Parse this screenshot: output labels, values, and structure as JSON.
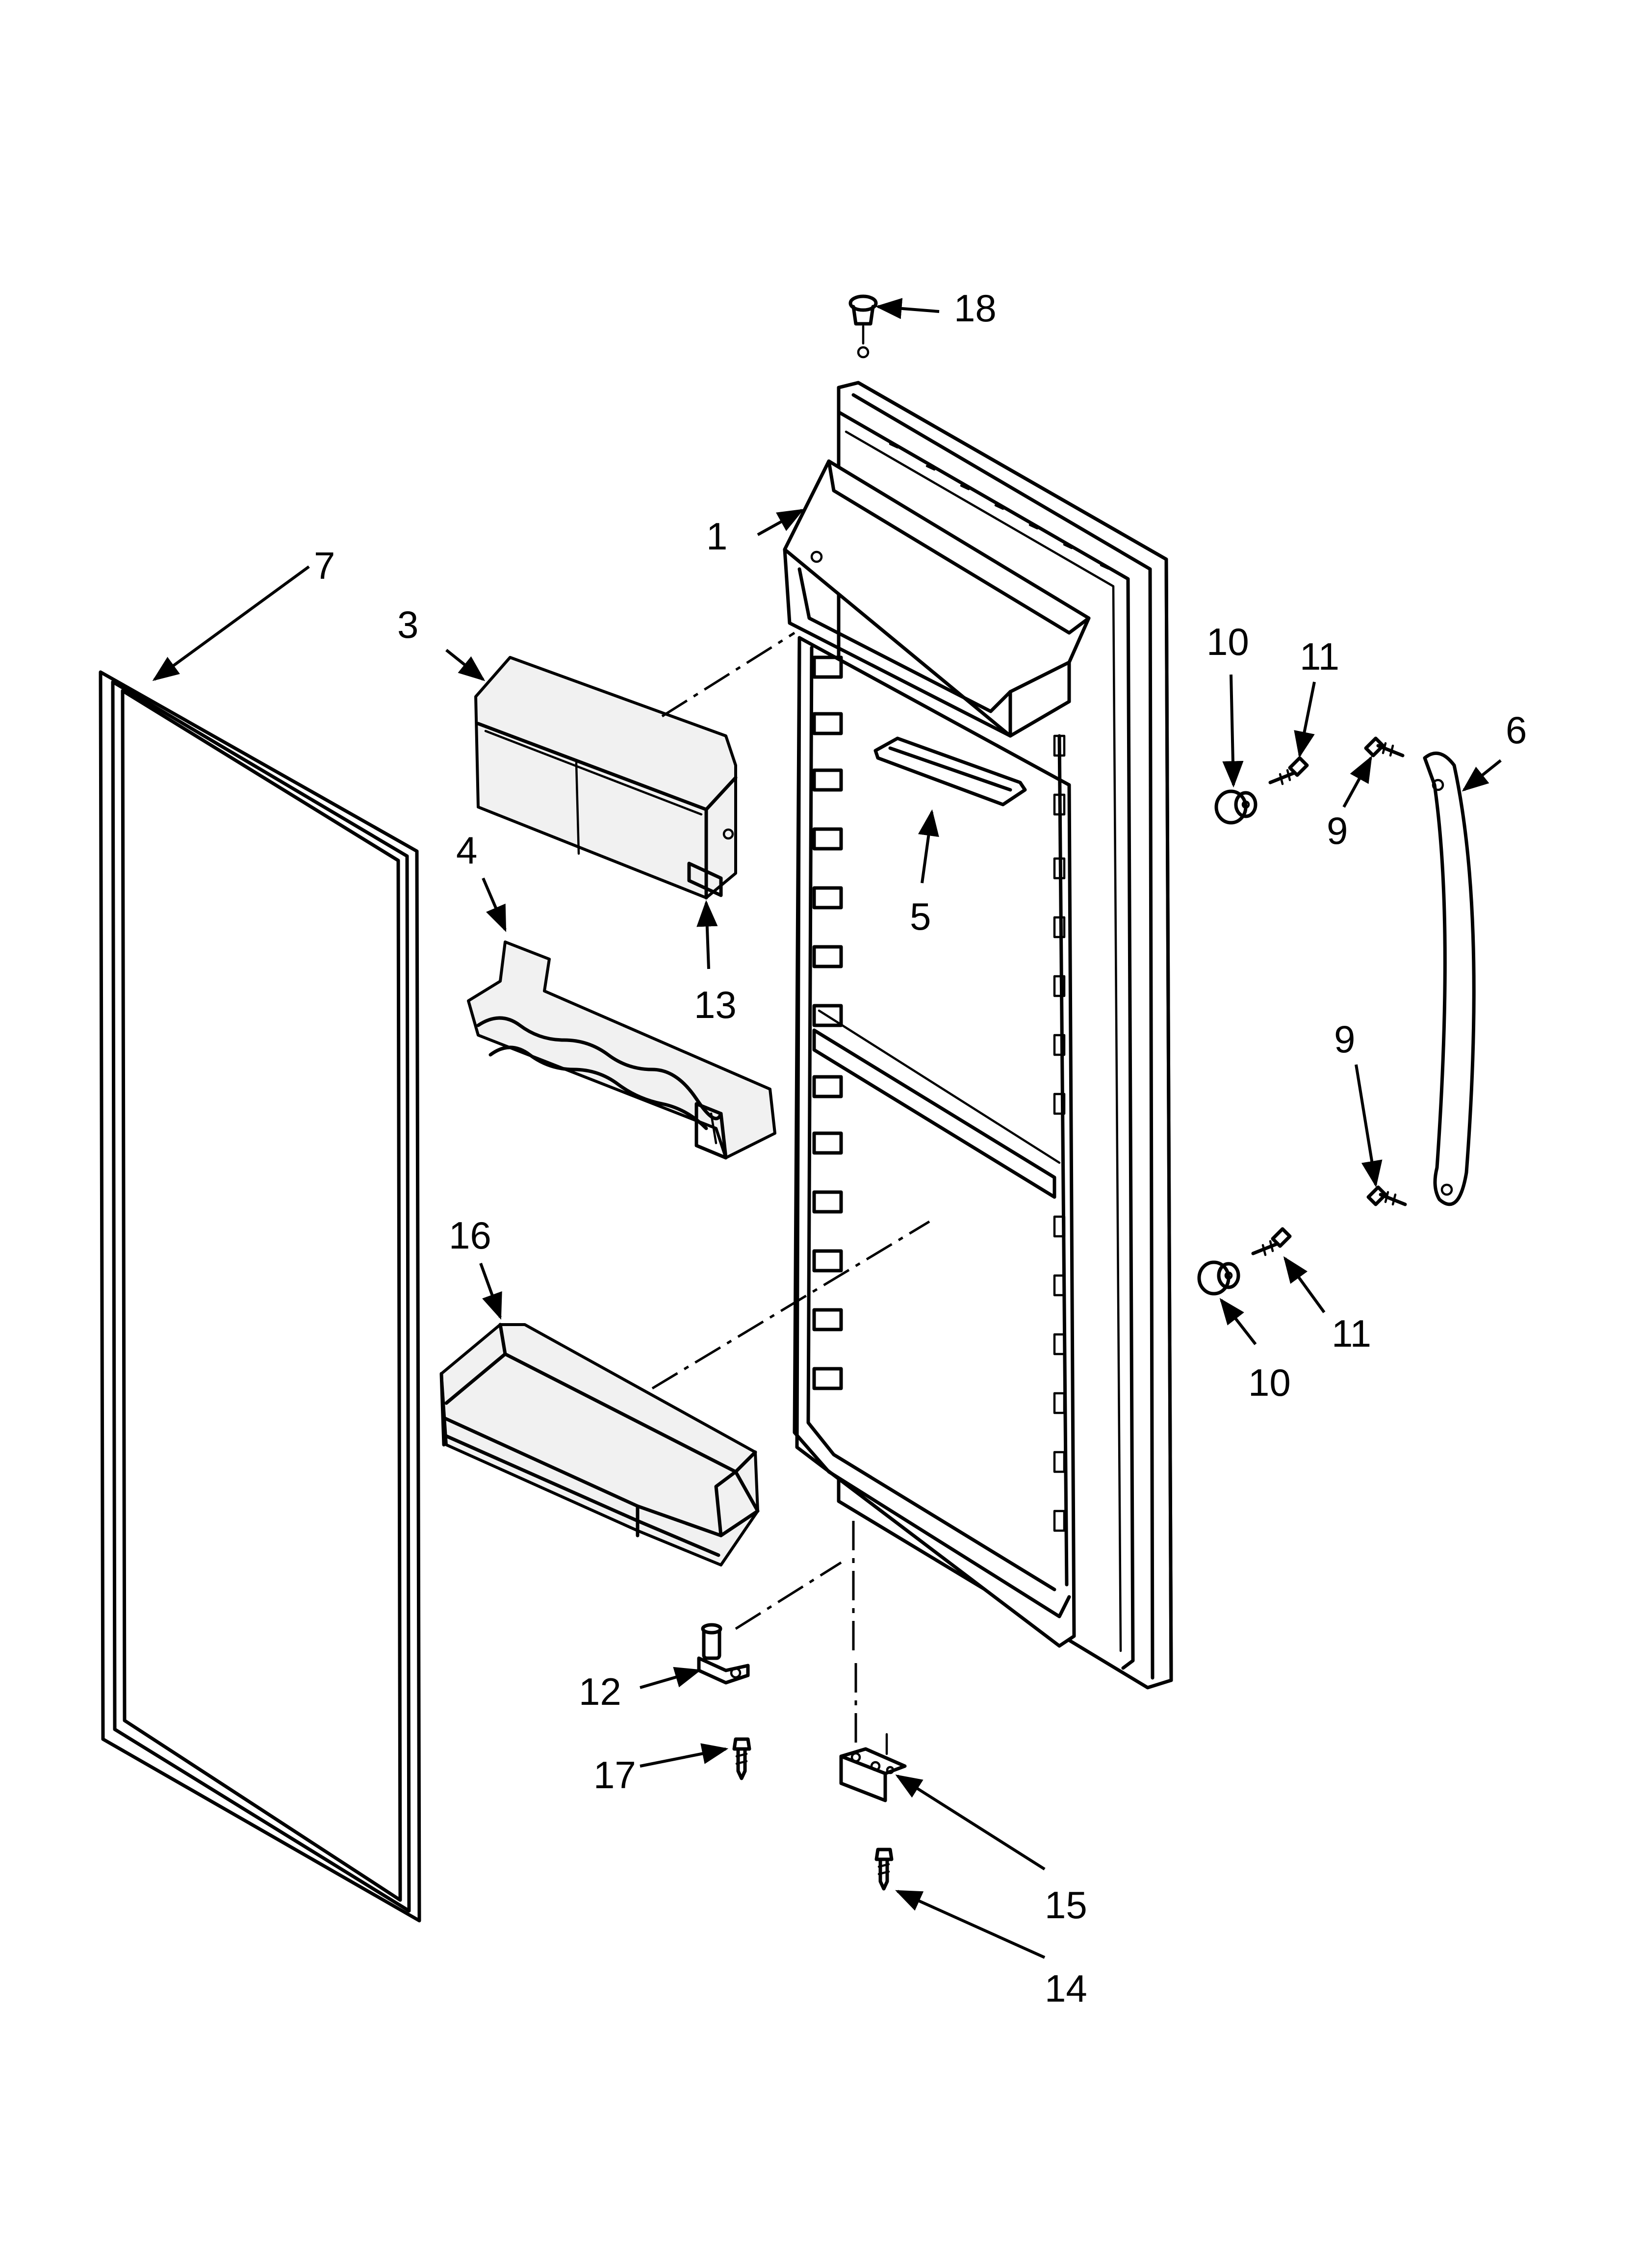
{
  "callouts": [
    {
      "id": "1",
      "text": "1"
    },
    {
      "id": "3",
      "text": "3"
    },
    {
      "id": "4",
      "text": "4"
    },
    {
      "id": "5",
      "text": "5"
    },
    {
      "id": "6",
      "text": "6"
    },
    {
      "id": "7",
      "text": "7"
    },
    {
      "id": "9a",
      "text": "9"
    },
    {
      "id": "9b",
      "text": "9"
    },
    {
      "id": "10a",
      "text": "10"
    },
    {
      "id": "10b",
      "text": "10"
    },
    {
      "id": "11a",
      "text": "11"
    },
    {
      "id": "11b",
      "text": "11"
    },
    {
      "id": "12",
      "text": "12"
    },
    {
      "id": "13",
      "text": "13"
    },
    {
      "id": "14",
      "text": "14"
    },
    {
      "id": "15",
      "text": "15"
    },
    {
      "id": "16",
      "text": "16"
    },
    {
      "id": "17",
      "text": "17"
    },
    {
      "id": "18",
      "text": "18"
    }
  ]
}
